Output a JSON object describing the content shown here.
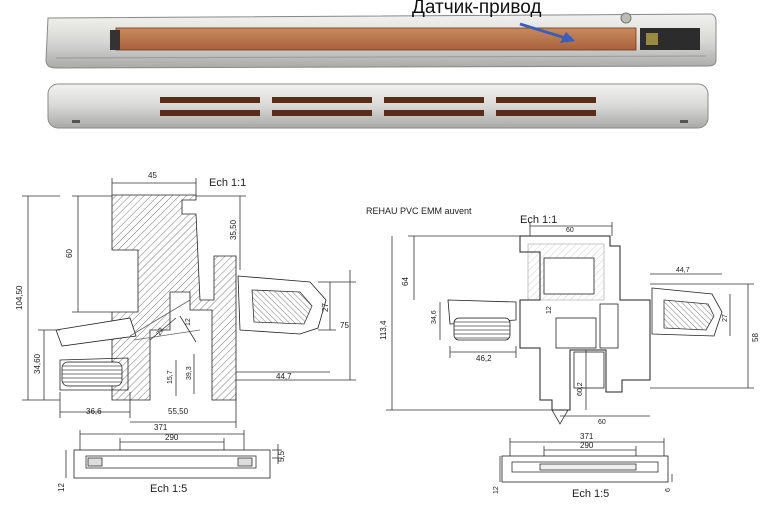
{
  "photo": {
    "sensor_label": "Датчик-привод"
  },
  "drawing_left": {
    "scale_top": "Ech 1:1",
    "dims": {
      "d45": "45",
      "d60": "60",
      "d35_50": "35,50",
      "d104_50": "104,50",
      "d27": "27",
      "d75": "75",
      "d34_60": "34,60",
      "d12": "12",
      "d22": "22",
      "d15_7": "15,7",
      "d39_3": "39,3",
      "d44_7": "44,7",
      "d36_6": "36,6",
      "d55_50": "55,50"
    },
    "bottom": {
      "d371": "371",
      "d290": "290",
      "d5_5": "5,5",
      "d12": "12",
      "scale": "Ech 1:5"
    }
  },
  "drawing_right": {
    "title": "REHAU PVC EMM auvent",
    "scale_top": "Ech 1:1",
    "dims": {
      "d60_top": "60",
      "d64": "64",
      "d113_4": "113,4",
      "d34_6": "34,6",
      "d12": "12",
      "d46_2": "46,2",
      "d60_2": "60,2",
      "d60_bottom": "60",
      "d44_7": "44,7",
      "d27": "27",
      "d58": "58"
    },
    "bottom": {
      "d371": "371",
      "d290": "290",
      "d12": "12",
      "d6": "6",
      "scale": "Ech 1:5"
    }
  }
}
